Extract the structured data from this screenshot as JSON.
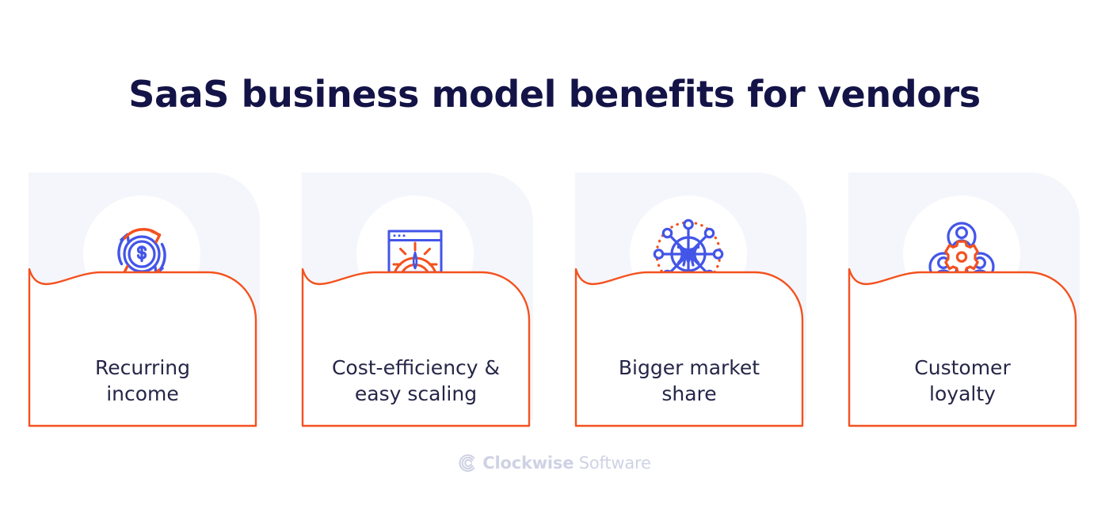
{
  "title": "SaaS business model benefits for vendors",
  "colors": {
    "title_navy": "#131347",
    "label_navy": "#262648",
    "accent_orange": "#f4511e",
    "accent_blue": "#4355e8",
    "card_bg": "#f5f6fb",
    "page_bg": "#ffffff",
    "logo_gray": "#cfd2e4"
  },
  "cards": [
    {
      "label_line1": "Recurring",
      "label_line2": "income",
      "icon": "recurring-revenue-icon"
    },
    {
      "label_line1": "Cost-efficiency &",
      "label_line2": "easy scaling",
      "icon": "speedometer-browser-icon"
    },
    {
      "label_line1": "Bigger market",
      "label_line2": "share",
      "icon": "network-globe-icon"
    },
    {
      "label_line1": "Customer",
      "label_line2": "loyalty",
      "icon": "users-gear-icon"
    }
  ],
  "footer": {
    "brand_bold": "Clockwise",
    "brand_light": "Software",
    "logo_icon": "clockwise-swirl-icon"
  }
}
